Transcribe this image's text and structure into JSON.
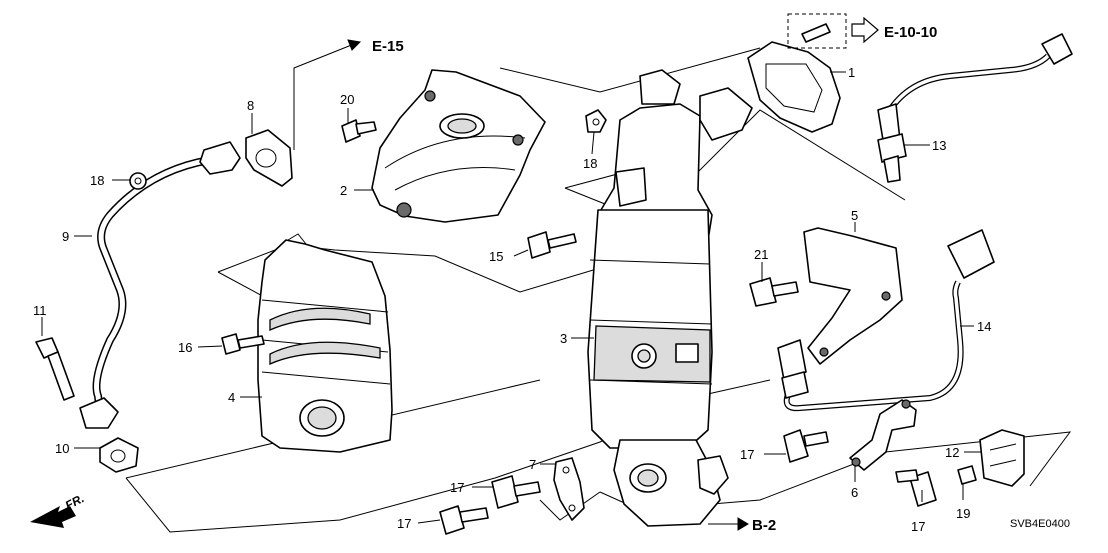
{
  "diagram": {
    "code": "SVB4E0400",
    "front_indicator": "FR.",
    "references": {
      "exhaust_upper": "E-15",
      "oxygen_sensor": "E-10-10",
      "exhaust_lower": "B-2"
    },
    "callouts": {
      "c1": "1",
      "c2": "2",
      "c3": "3",
      "c4": "4",
      "c5": "5",
      "c6": "6",
      "c7": "7",
      "c8": "8",
      "c9": "9",
      "c10": "10",
      "c11": "11",
      "c12": "12",
      "c13": "13",
      "c14": "14",
      "c15": "15",
      "c16": "16",
      "c17a": "17",
      "c17b": "17",
      "c17c": "17",
      "c17d": "17",
      "c18a": "18",
      "c18b": "18",
      "c19": "19",
      "c20": "20",
      "c21": "21"
    }
  }
}
